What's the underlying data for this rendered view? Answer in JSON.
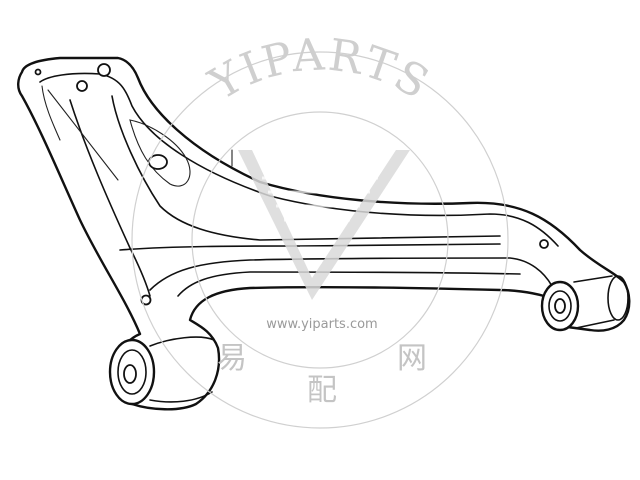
{
  "image": {
    "subject_icon": "suspension-control-arm-icon"
  },
  "watermark": {
    "brand": "YIPARTS",
    "url": "www.yiparts.com",
    "cjk_chars": [
      "易",
      "配",
      "网"
    ],
    "color": "#c8c8c8"
  }
}
